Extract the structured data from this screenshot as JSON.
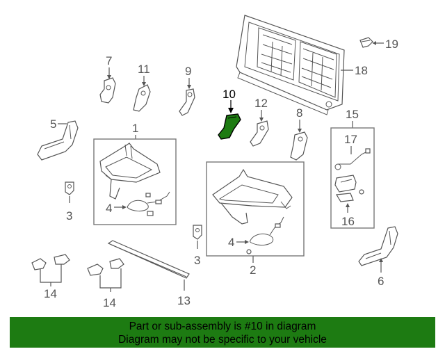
{
  "diagram": {
    "callouts": {
      "c1": "1",
      "c2": "2",
      "c3a": "3",
      "c3b": "3",
      "c4a": "4",
      "c4b": "4",
      "c5": "5",
      "c6": "6",
      "c7": "7",
      "c8": "8",
      "c9": "9",
      "c10": "10",
      "c11": "11",
      "c12": "12",
      "c13": "13",
      "c14a": "14",
      "c14b": "14",
      "c15": "15",
      "c16": "16",
      "c17": "17",
      "c18": "18",
      "c19": "19"
    },
    "highlight_part": "10",
    "highlight_color": "#1d7b12"
  },
  "banner": {
    "line1": "Part or sub-assembly is #10 in diagram",
    "line2": "Diagram may not be specific to your vehicle",
    "background": "#1d7b12"
  }
}
